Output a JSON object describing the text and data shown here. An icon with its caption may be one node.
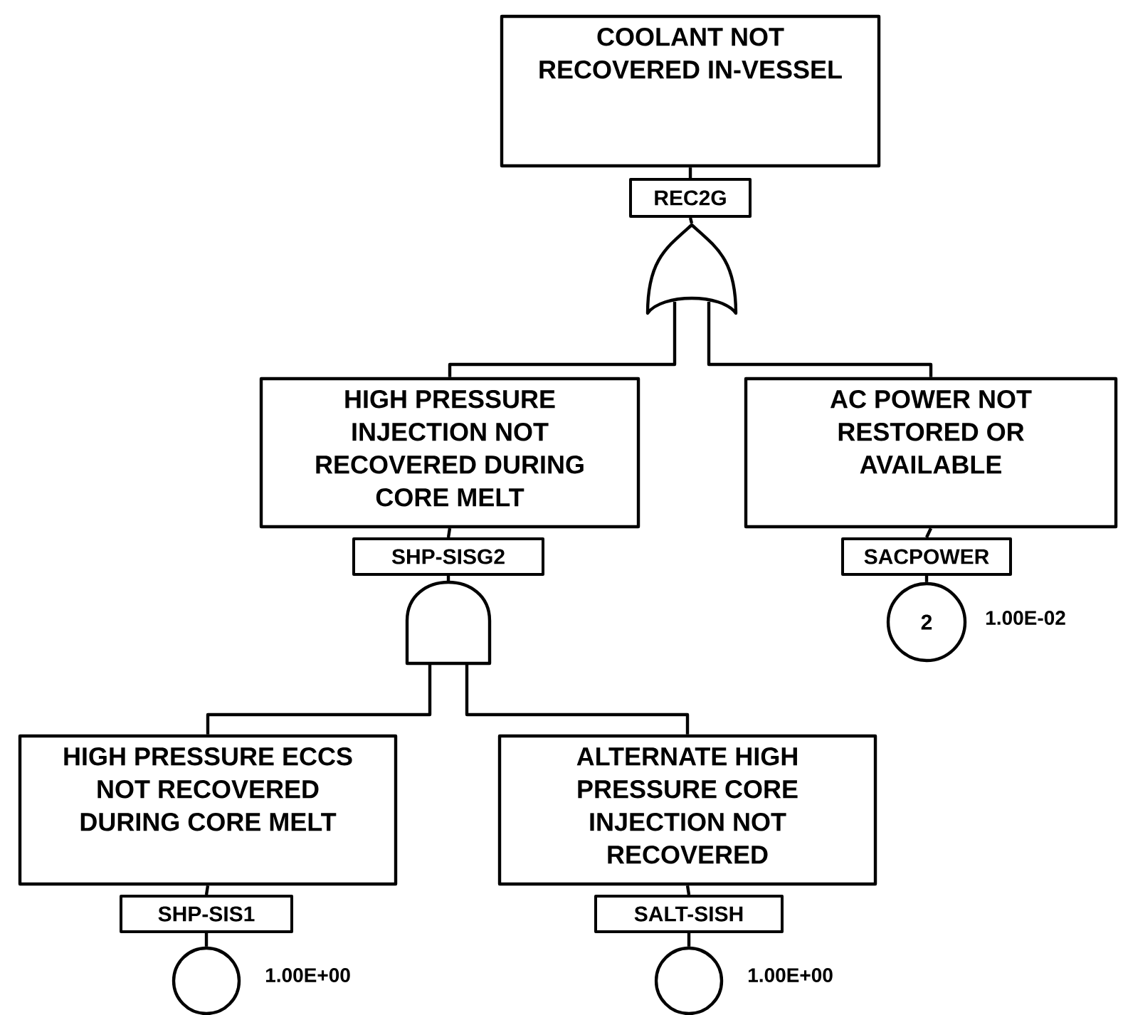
{
  "diagram": {
    "nodes": [
      {
        "text": [
          "COOLANT NOT RECOVERED IN-VESSEL"
        ]
      },
      {
        "text": [
          "REC2G"
        ]
      },
      {
        "text": [],
        "shape": "or-gate"
      },
      {
        "text": [
          "HIGH PRESSURE INJECTION NOT RECOVERED DURING CORE MELT"
        ]
      },
      {
        "text": [
          "SHP-SISG2"
        ]
      },
      {
        "text": [],
        "shape": "and-gate"
      },
      {
        "text": [
          "AC POWER NOT RESTORED OR AVAILABLE"
        ]
      },
      {
        "text": [
          "SACPOWER"
        ]
      },
      {
        "text": [
          "2"
        ],
        "beside": [
          "1.00E-02"
        ]
      },
      {
        "text": [
          "HIGH PRESSURE ECCS NOT RECOVERED DURING CORE MELT"
        ]
      },
      {
        "text": [
          "SHP-SIS1"
        ]
      },
      {
        "text": [],
        "shape": "circle",
        "beside": [
          "1.00E+00"
        ]
      },
      {
        "text": [
          "ALTERNATE HIGH PRESSURE CORE INJECTION NOT RECOVERED"
        ]
      },
      {
        "text": [
          "SALT-SISH"
        ]
      },
      {
        "text": [],
        "shape": "circle",
        "beside": [
          "1.00E+00"
        ]
      }
    ],
    "edges": [
      {
        "from": 0,
        "to": 1,
        "arrow": "none"
      },
      {
        "from": 1,
        "to": 2,
        "arrow": "none"
      },
      {
        "from": 2,
        "to": 3,
        "arrow": "none"
      },
      {
        "from": 2,
        "to": 6,
        "arrow": "none"
      },
      {
        "from": 3,
        "to": 4,
        "arrow": "none"
      },
      {
        "from": 4,
        "to": 5,
        "arrow": "none"
      },
      {
        "from": 5,
        "to": 9,
        "arrow": "none"
      },
      {
        "from": 5,
        "to": 12,
        "arrow": "none"
      },
      {
        "from": 6,
        "to": 7,
        "arrow": "none"
      },
      {
        "from": 7,
        "to": 8,
        "arrow": "none"
      },
      {
        "from": 9,
        "to": 10,
        "arrow": "none"
      },
      {
        "from": 10,
        "to": 11,
        "arrow": "none"
      },
      {
        "from": 12,
        "to": 13,
        "arrow": "none"
      },
      {
        "from": 13,
        "to": 14,
        "arrow": "none"
      }
    ]
  }
}
